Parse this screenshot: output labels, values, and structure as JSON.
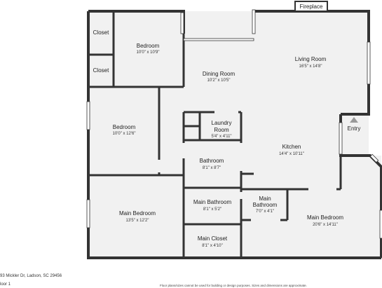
{
  "rooms": [
    {
      "key": "closet1",
      "name": "Closet",
      "dim": ""
    },
    {
      "key": "closet2",
      "name": "Closet",
      "dim": ""
    },
    {
      "key": "bedroom1",
      "name": "Bedroom",
      "dim": "10'0\" x 10'9\""
    },
    {
      "key": "dining",
      "name": "Dining Room",
      "dim": "10'2\" x 10'5\""
    },
    {
      "key": "living",
      "name": "Living Room",
      "dim": "16'5\" x 14'8\""
    },
    {
      "key": "bedroom2",
      "name": "Bedroom",
      "dim": "10'0\" x 12'6\""
    },
    {
      "key": "laundry_line1",
      "name": "Laundry",
      "dim": ""
    },
    {
      "key": "laundry_line2",
      "name": "Room",
      "dim": "5'4\" x 4'11\""
    },
    {
      "key": "kitchen",
      "name": "Kitchen",
      "dim": "14'4\" x 10'11\""
    },
    {
      "key": "bathroom",
      "name": "Bathroom",
      "dim": "8'1\" x 8'7\""
    },
    {
      "key": "main_bedroom_left",
      "name": "Main Bedroom",
      "dim": "13'5\" x 12'2\""
    },
    {
      "key": "main_bathroom_left",
      "name": "Main Bathroom",
      "dim": "8'1\" x 5'2\""
    },
    {
      "key": "main_bathroom_right_line1",
      "name": "Main",
      "dim": ""
    },
    {
      "key": "main_bathroom_right_line2",
      "name": "Bathroom",
      "dim": "7'0\" x 4'1\""
    },
    {
      "key": "main_bedroom_right",
      "name": "Main Bedroom",
      "dim": "20'6\" x 14'11\""
    },
    {
      "key": "main_closet",
      "name": "Main Closet",
      "dim": "8'1\" x 4'10\""
    }
  ],
  "fireplace": "Fireplace",
  "entry": "Entry",
  "footer": {
    "address": "93 Mickler Dr, Ladson, SC 29456",
    "floor": "loor 1",
    "disclaimer": "Floor plans/sizes cannot be used for building or design purposes. Sizes and dimensions are approximate."
  },
  "colors": {
    "wall": "#333333",
    "floor": "#f1f1f1",
    "window": "#d8ecd8",
    "entry_marker": "#999999"
  }
}
